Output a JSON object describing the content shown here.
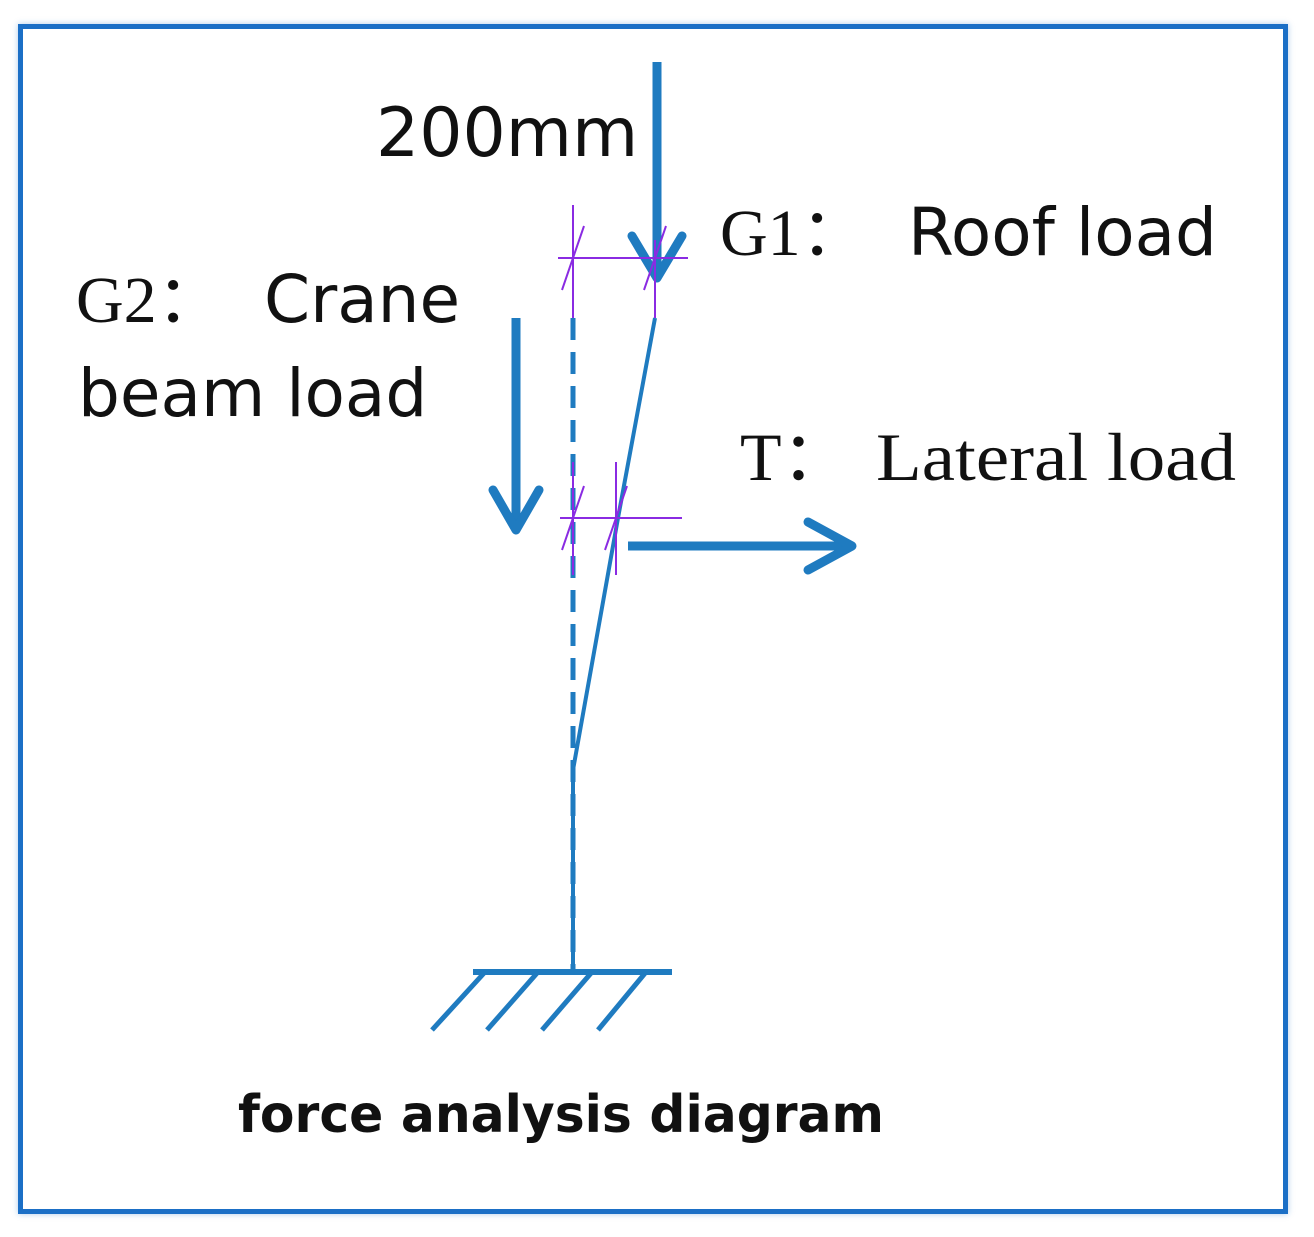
{
  "dimension_label": "200mm",
  "loads": {
    "g1": {
      "symbol": "G1",
      "separator": "：",
      "description": "Roof load"
    },
    "g2": {
      "symbol": "G2",
      "separator": "：",
      "description_line1": "Crane",
      "description_line2": "beam load"
    },
    "t": {
      "symbol": "T",
      "separator": "：",
      "description": "Lateral load"
    }
  },
  "caption": "force analysis diagram",
  "colors": {
    "member": "#1f7bc0",
    "dimension": "#8a2be2",
    "frame": "#1b6fc6",
    "text": "#111111"
  }
}
